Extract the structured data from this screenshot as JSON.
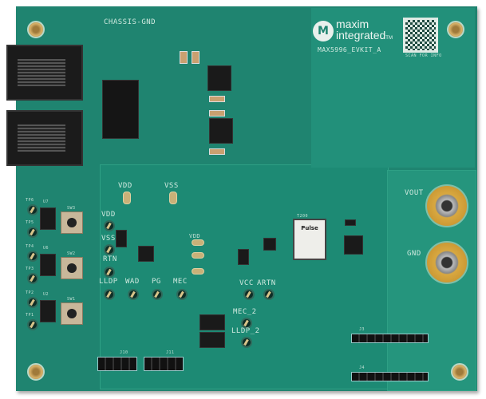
{
  "board": {
    "silkscreen_top": "CHASSIS-GND",
    "logo": {
      "line1": "maxim",
      "line2": "integrated",
      "tm": "TM"
    },
    "part": "MAX5996_EVKIT_A",
    "qr_caption": "SCAN FOR INFO",
    "labels": {
      "vdd_top": "VDD",
      "vss_top": "VSS",
      "vdd": "VDD",
      "vss": "VSS",
      "rtn": "RTN",
      "lldp": "LLDP",
      "wad": "WAD",
      "pg": "PG",
      "mec": "MEC",
      "vdd_mid": "VDD",
      "vcc": "VCC",
      "artn": "ARTN",
      "mec2": "MEC_2",
      "lldp2": "LLDP_2",
      "vout": "VOUT",
      "gnd": "GND",
      "t200": "T200",
      "transformer": "Pulse",
      "j10": "J10",
      "j11": "J11",
      "j3": "J3",
      "j4": "J4",
      "tp": [
        "TP6",
        "TP5",
        "TP4",
        "TP3",
        "TP2",
        "TP1"
      ],
      "u": [
        "U7",
        "U6",
        "U2"
      ],
      "sw": [
        "SW3",
        "SW2",
        "SW1"
      ]
    }
  }
}
